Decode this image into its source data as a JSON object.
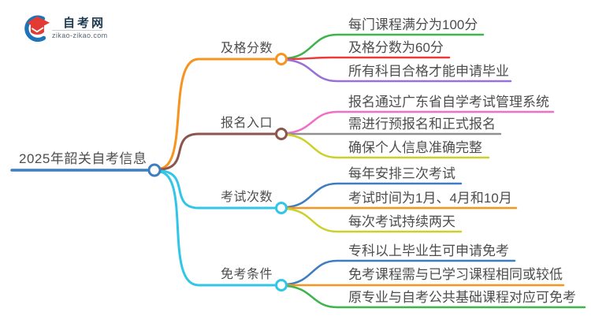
{
  "logo": {
    "title": "自考网",
    "subtitle": "zikao-zikao.com"
  },
  "colors": {
    "logo_blue": "#1d74b9",
    "logo_red": "#e33b33",
    "text": "#4d4d4d"
  },
  "mindmap": {
    "root": {
      "label": "2025年韶关自考信息",
      "color": "#3e7dc1"
    },
    "branches": [
      {
        "label": "及格分数",
        "color": "#f7941d",
        "leaves": [
          {
            "label": "每门课程满分为100分",
            "color": "#3eb44d"
          },
          {
            "label": "及格分数为60分",
            "color": "#ea3b3b"
          },
          {
            "label": "所有科目合格才能申请毕业",
            "color": "#9b70d6"
          }
        ]
      },
      {
        "label": "报名入口",
        "color": "#8a564e",
        "leaves": [
          {
            "label": "报名通过广东省自学考试管理系统",
            "color": "#ef70c6"
          },
          {
            "label": "需进行预报名和正式报名",
            "color": "#909090"
          },
          {
            "label": "确保个人信息准确完整",
            "color": "#cdd028"
          }
        ]
      },
      {
        "label": "考试次数",
        "color": "#30c6e8",
        "leaves": [
          {
            "label": "每年安排三次考试",
            "color": "#3e7dc1"
          },
          {
            "label": "考试时间为1月、4月和10月",
            "color": "#f7941d"
          },
          {
            "label": "每次考试持续两天",
            "color": "#cdd028"
          }
        ]
      },
      {
        "label": "免考条件",
        "color": "#30c6e8",
        "leaves": [
          {
            "label": "专科以上毕业生可申请免考",
            "color": "#3e7dc1"
          },
          {
            "label": "免考课程需与已学习课程相同或较低",
            "color": "#f7941d"
          },
          {
            "label": "原专业与自考公共基础课程对应可免考",
            "color": "#3eb44d"
          }
        ]
      }
    ]
  }
}
